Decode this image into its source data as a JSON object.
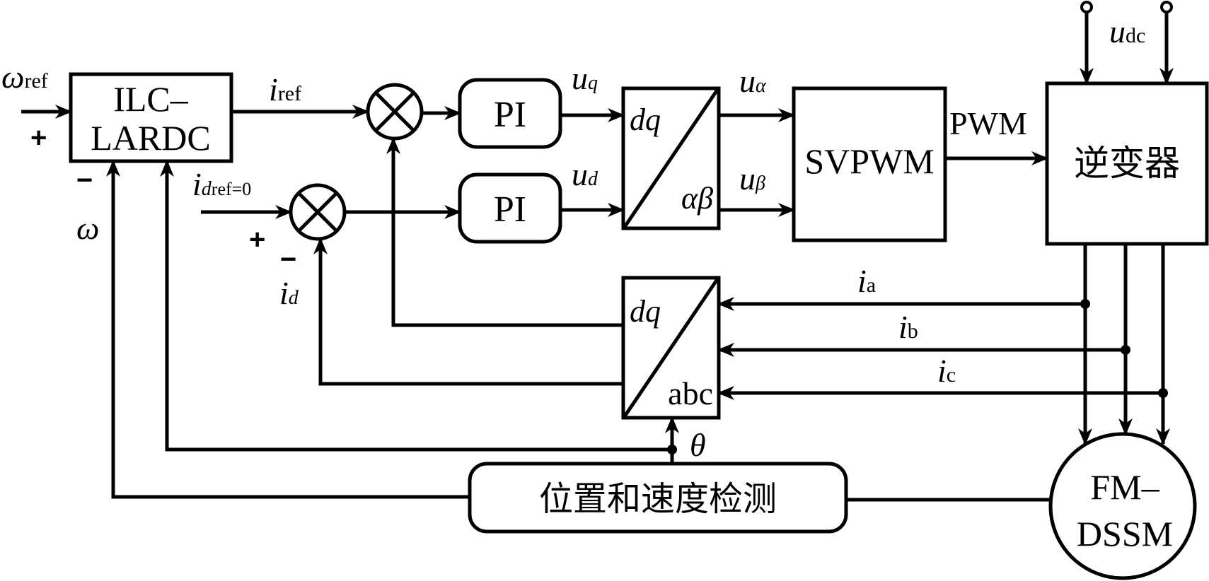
{
  "diagram": {
    "type": "control-block-diagram",
    "blocks": {
      "ilc_lardc": {
        "line1": "ILC–",
        "line2": "LARDC"
      },
      "pi_q": {
        "label": "PI"
      },
      "pi_d": {
        "label": "PI"
      },
      "park_inv": {
        "top": "dq",
        "bottom": "αβ"
      },
      "svpwm": {
        "label": "SVPWM"
      },
      "inverter": {
        "label": "逆变器"
      },
      "park": {
        "top": "dq",
        "bottom": "abc"
      },
      "detection": {
        "label": "位置和速度检测"
      },
      "motor": {
        "line1": "FM–",
        "line2": "DSSM"
      }
    },
    "signals": {
      "omega_ref": {
        "main": "ω",
        "sub": "ref"
      },
      "omega": {
        "main": "ω"
      },
      "i_ref": {
        "main": "i",
        "sub": "ref"
      },
      "i_dref": {
        "main": "i",
        "sub_italic": "d",
        "sub": "ref=0"
      },
      "i_d": {
        "main": "i",
        "sub": "d"
      },
      "u_q": {
        "main": "u",
        "sub": "q"
      },
      "u_d": {
        "main": "u",
        "sub": "d"
      },
      "u_alpha": {
        "main": "u",
        "sub": "α"
      },
      "u_beta": {
        "main": "u",
        "sub": "β"
      },
      "pwm": {
        "main": "PWM"
      },
      "u_dc": {
        "main": "u",
        "sub": "dc"
      },
      "i_a": {
        "main": "i",
        "sub": "a"
      },
      "i_b": {
        "main": "i",
        "sub": "b"
      },
      "i_c": {
        "main": "i",
        "sub": "c"
      },
      "theta": {
        "main": "θ"
      }
    },
    "signs": {
      "ilc_plus": "+",
      "ilc_minus": "−",
      "sum_d_plus": "+",
      "sum_d_minus": "−"
    },
    "colors": {
      "stroke": "#000000",
      "background": "#ffffff"
    }
  }
}
